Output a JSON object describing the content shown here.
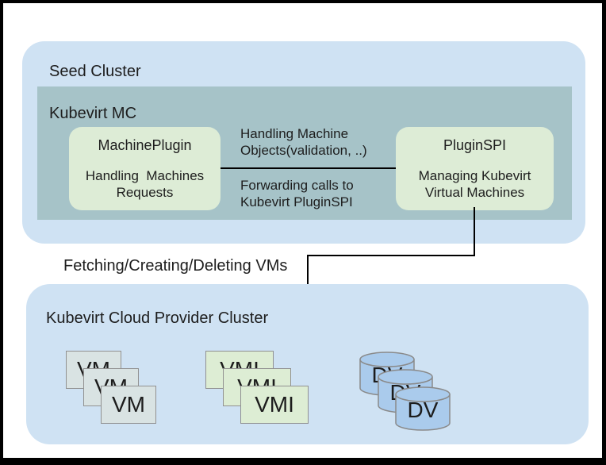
{
  "seed_cluster": {
    "label": "Seed Cluster"
  },
  "kubevirt_mc": {
    "label": "Kubevirt MC"
  },
  "machine_plugin": {
    "title": "MachinePlugin",
    "description": "Handling  Machines\nRequests"
  },
  "plugin_spi": {
    "title": "PluginSPI",
    "description": "Managing Kubevirt\nVirtual Machines"
  },
  "edges": {
    "handling_label": "Handling Machine\nObjects(validation, ..)",
    "forwarding_label": "Forwarding calls to\nKubevirt PluginSPI",
    "fetching_label": "Fetching/Creating/Deleting VMs"
  },
  "provider_cluster": {
    "label": "Kubevirt Cloud Provider Cluster"
  },
  "stacks": {
    "vm": {
      "label": "VM",
      "count": 3,
      "shape": "rectangle",
      "fill": "#d9e3e3"
    },
    "vmi": {
      "label": "VMI",
      "count": 3,
      "shape": "rectangle",
      "fill": "#ddedd4"
    },
    "dv": {
      "label": "DV",
      "count": 3,
      "shape": "cylinder",
      "fill": "#aacbec"
    }
  },
  "colors": {
    "cluster_fill": "#cfe2f3",
    "mc_fill": "#a6c3c8",
    "component_fill": "#ddecd6",
    "shape_border": "#919191",
    "connector_line": "#000000",
    "frame_border": "#000000",
    "text": "#1d1d1d"
  }
}
